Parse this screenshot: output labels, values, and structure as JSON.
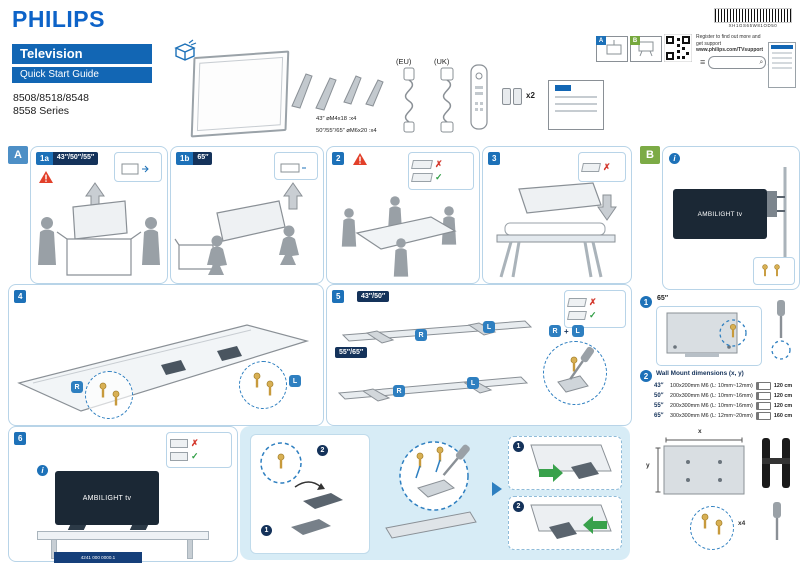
{
  "colors": {
    "brand_blue": "#0d63c8",
    "banner_blue": "#1266b4",
    "step_blue": "#1d71b8",
    "navy": "#14325a",
    "section_a_badge": "#4d8fc6",
    "section_b_badge": "#7cab46",
    "panel_border": "#b8d4e8",
    "warning_red": "#e2402a",
    "check_green": "#2f9e44",
    "cross_red": "#d43a2f",
    "assembly_bg": "#d7ecf6"
  },
  "header": {
    "brand": "PHILIPS",
    "product": "Television",
    "guide": "Quick Start Guide",
    "models_line1": "8508/8518/8548",
    "models_line2": "8558 Series"
  },
  "box_contents": {
    "screws_small": "43″ ⌀M4x18 :x4",
    "screws_large": "50″/55″/65″ ⌀M6x20 :x4",
    "plug_eu": "(EU)",
    "plug_uk": "(UK)",
    "batteries_count": "x2"
  },
  "support": {
    "register_line1": "Register to find out more and get support",
    "register_line2": "www.philips.com/TVsupport",
    "barcode_text": "XH1GS65W81OD50",
    "option_a": "A",
    "option_b": "B"
  },
  "section_a": {
    "label": "A",
    "step1a": {
      "num": "1a",
      "sizes": "43″/50″/55″"
    },
    "step1b": {
      "num": "1b",
      "sizes": "65″"
    },
    "step2": {
      "num": "2"
    },
    "step3": {
      "num": "3"
    },
    "step4": {
      "num": "4",
      "right": "R",
      "left": "L"
    },
    "step5": {
      "num": "5",
      "sizes_top": "43″/50″",
      "sizes_bottom": "55″/65″",
      "right": "R",
      "left": "L",
      "plus": "+"
    },
    "step6": {
      "num": "6",
      "tv_logo": "AMBILIGHT tv"
    }
  },
  "assembly": {
    "badge1": "1",
    "badge2": "2"
  },
  "section_b": {
    "label": "B",
    "tv_logo": "AMBILIGHT tv",
    "step1": {
      "num": "1",
      "size": "65″"
    },
    "step2": {
      "num": "2",
      "title": "Wall Mount dimensions (x, y)"
    },
    "wall_mount_rows": [
      {
        "size": "43″",
        "spec": "100x200mm M6 (L: 10mm~12mm)",
        "distance": "120 cm"
      },
      {
        "size": "50″",
        "spec": "200x300mm M6 (L: 10mm~16mm)",
        "distance": "120 cm"
      },
      {
        "size": "55″",
        "spec": "200x300mm M6 (L: 10mm~16mm)",
        "distance": "120 cm"
      },
      {
        "size": "65″",
        "spec": "300x300mm M6 (L: 12mm~20mm)",
        "distance": "160 cm"
      }
    ],
    "x_label": "x",
    "y_label": "y",
    "screw_count": "x4"
  },
  "footer": {
    "doc_code": "4241 000 0000.1"
  }
}
